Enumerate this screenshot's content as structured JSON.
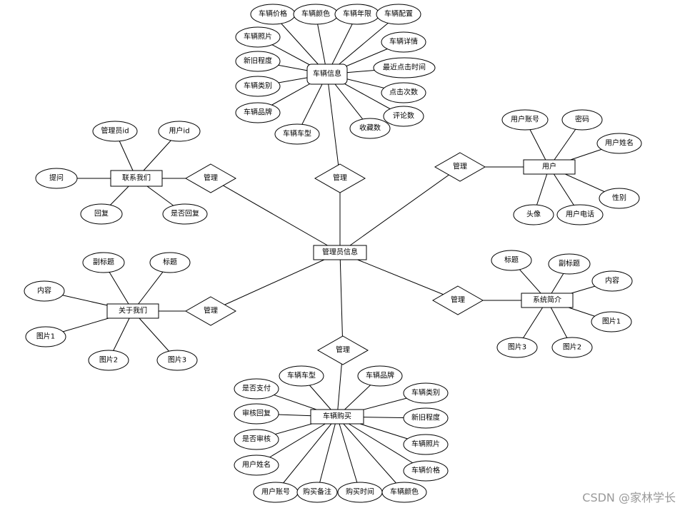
{
  "entities": {
    "admin": "管理员信息",
    "vehicle_info": "车辆信息",
    "contact": "联系我们",
    "about": "关于我们",
    "user": "用户",
    "intro": "系统简介",
    "purchase": "车辆购买"
  },
  "relationships": {
    "r_vehicle": "管理",
    "r_contact": "管理",
    "r_user": "管理",
    "r_about": "管理",
    "r_intro": "管理",
    "r_purchase": "管理"
  },
  "attributes": {
    "vi_price": "车辆价格",
    "vi_color": "车辆颜色",
    "vi_year": "车辆年限",
    "vi_config": "车辆配置",
    "vi_photo": "车辆照片",
    "vi_detail": "车辆详情",
    "vi_condition": "新旧程度",
    "vi_lastclick": "最近点击时间",
    "vi_category": "车辆类别",
    "vi_clicks": "点击次数",
    "vi_brand": "车辆品牌",
    "vi_comments": "评论数",
    "vi_model": "车辆车型",
    "vi_favs": "收藏数",
    "ct_adminid": "管理员id",
    "ct_userid": "用户id",
    "ct_question": "提问",
    "ct_reply": "回复",
    "ct_isreply": "是否回复",
    "ab_subtitle": "副标题",
    "ab_title": "标题",
    "ab_content": "内容",
    "ab_img1": "图片1",
    "ab_img2": "图片2",
    "ab_img3": "图片3",
    "us_account": "用户账号",
    "us_password": "密码",
    "us_name": "用户姓名",
    "us_gender": "性别",
    "us_avatar": "头像",
    "us_phone": "用户电话",
    "in_title": "标题",
    "in_subtitle": "副标题",
    "in_content": "内容",
    "in_img1": "图片1",
    "in_img3": "图片3",
    "in_img2": "图片2",
    "pu_model": "车辆车型",
    "pu_brand": "车辆品牌",
    "pu_paid": "是否支付",
    "pu_category": "车辆类别",
    "pu_auditreply": "审核回复",
    "pu_condition": "新旧程度",
    "pu_audited": "是否审核",
    "pu_photo": "车辆照片",
    "pu_username": "用户姓名",
    "pu_price": "车辆价格",
    "pu_account": "用户账号",
    "pu_note": "购买备注",
    "pu_time": "购买时间",
    "pu_color": "车辆颜色"
  },
  "watermark": "CSDN @家林学长"
}
